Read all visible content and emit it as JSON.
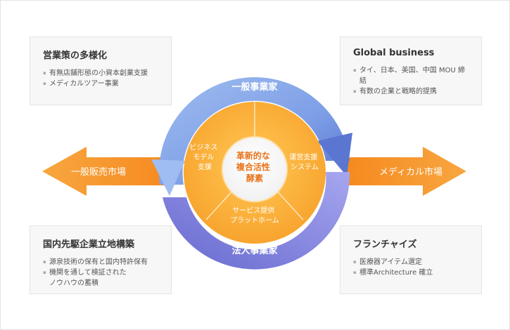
{
  "cards": {
    "top_left": {
      "title": "営業策の多様化",
      "items": [
        "有無店舗形態の小資本創業支援",
        "メディカルツアー事業"
      ]
    },
    "top_right": {
      "title": "Global business",
      "items": [
        "タイ、日本、美国、中国 MOU 締結",
        "有数の企業と戦略的提携"
      ]
    },
    "bottom_left": {
      "title": "国内先駆企業立地構築",
      "items": [
        "源泉技術の保有と国内特許保有",
        "機関を通して検証された\nノウハウの蓄積"
      ]
    },
    "bottom_right": {
      "title": "フランチャイズ",
      "items": [
        "医療器アイテム選定",
        "標準Architecture 確立"
      ]
    }
  },
  "arrows": {
    "left_label": "一般販売市場",
    "right_label": "メディカル市場",
    "color": "#f7941d"
  },
  "ring": {
    "top_label": "一般事業家",
    "bottom_label": "法人事業家",
    "top_color": "#8fb0e8",
    "bottom_color": "#7d7fd9"
  },
  "wheel": {
    "segment_left": [
      "ビジネス",
      "モデル",
      "支援"
    ],
    "segment_right": [
      "運営支援",
      "システム"
    ],
    "segment_bottom": [
      "サービス提供",
      "プラットホーム"
    ],
    "center": [
      "革新的な",
      "複合活性",
      "酵素"
    ],
    "center_color": "#e8731a",
    "wheel_color": "#fbb03b"
  }
}
